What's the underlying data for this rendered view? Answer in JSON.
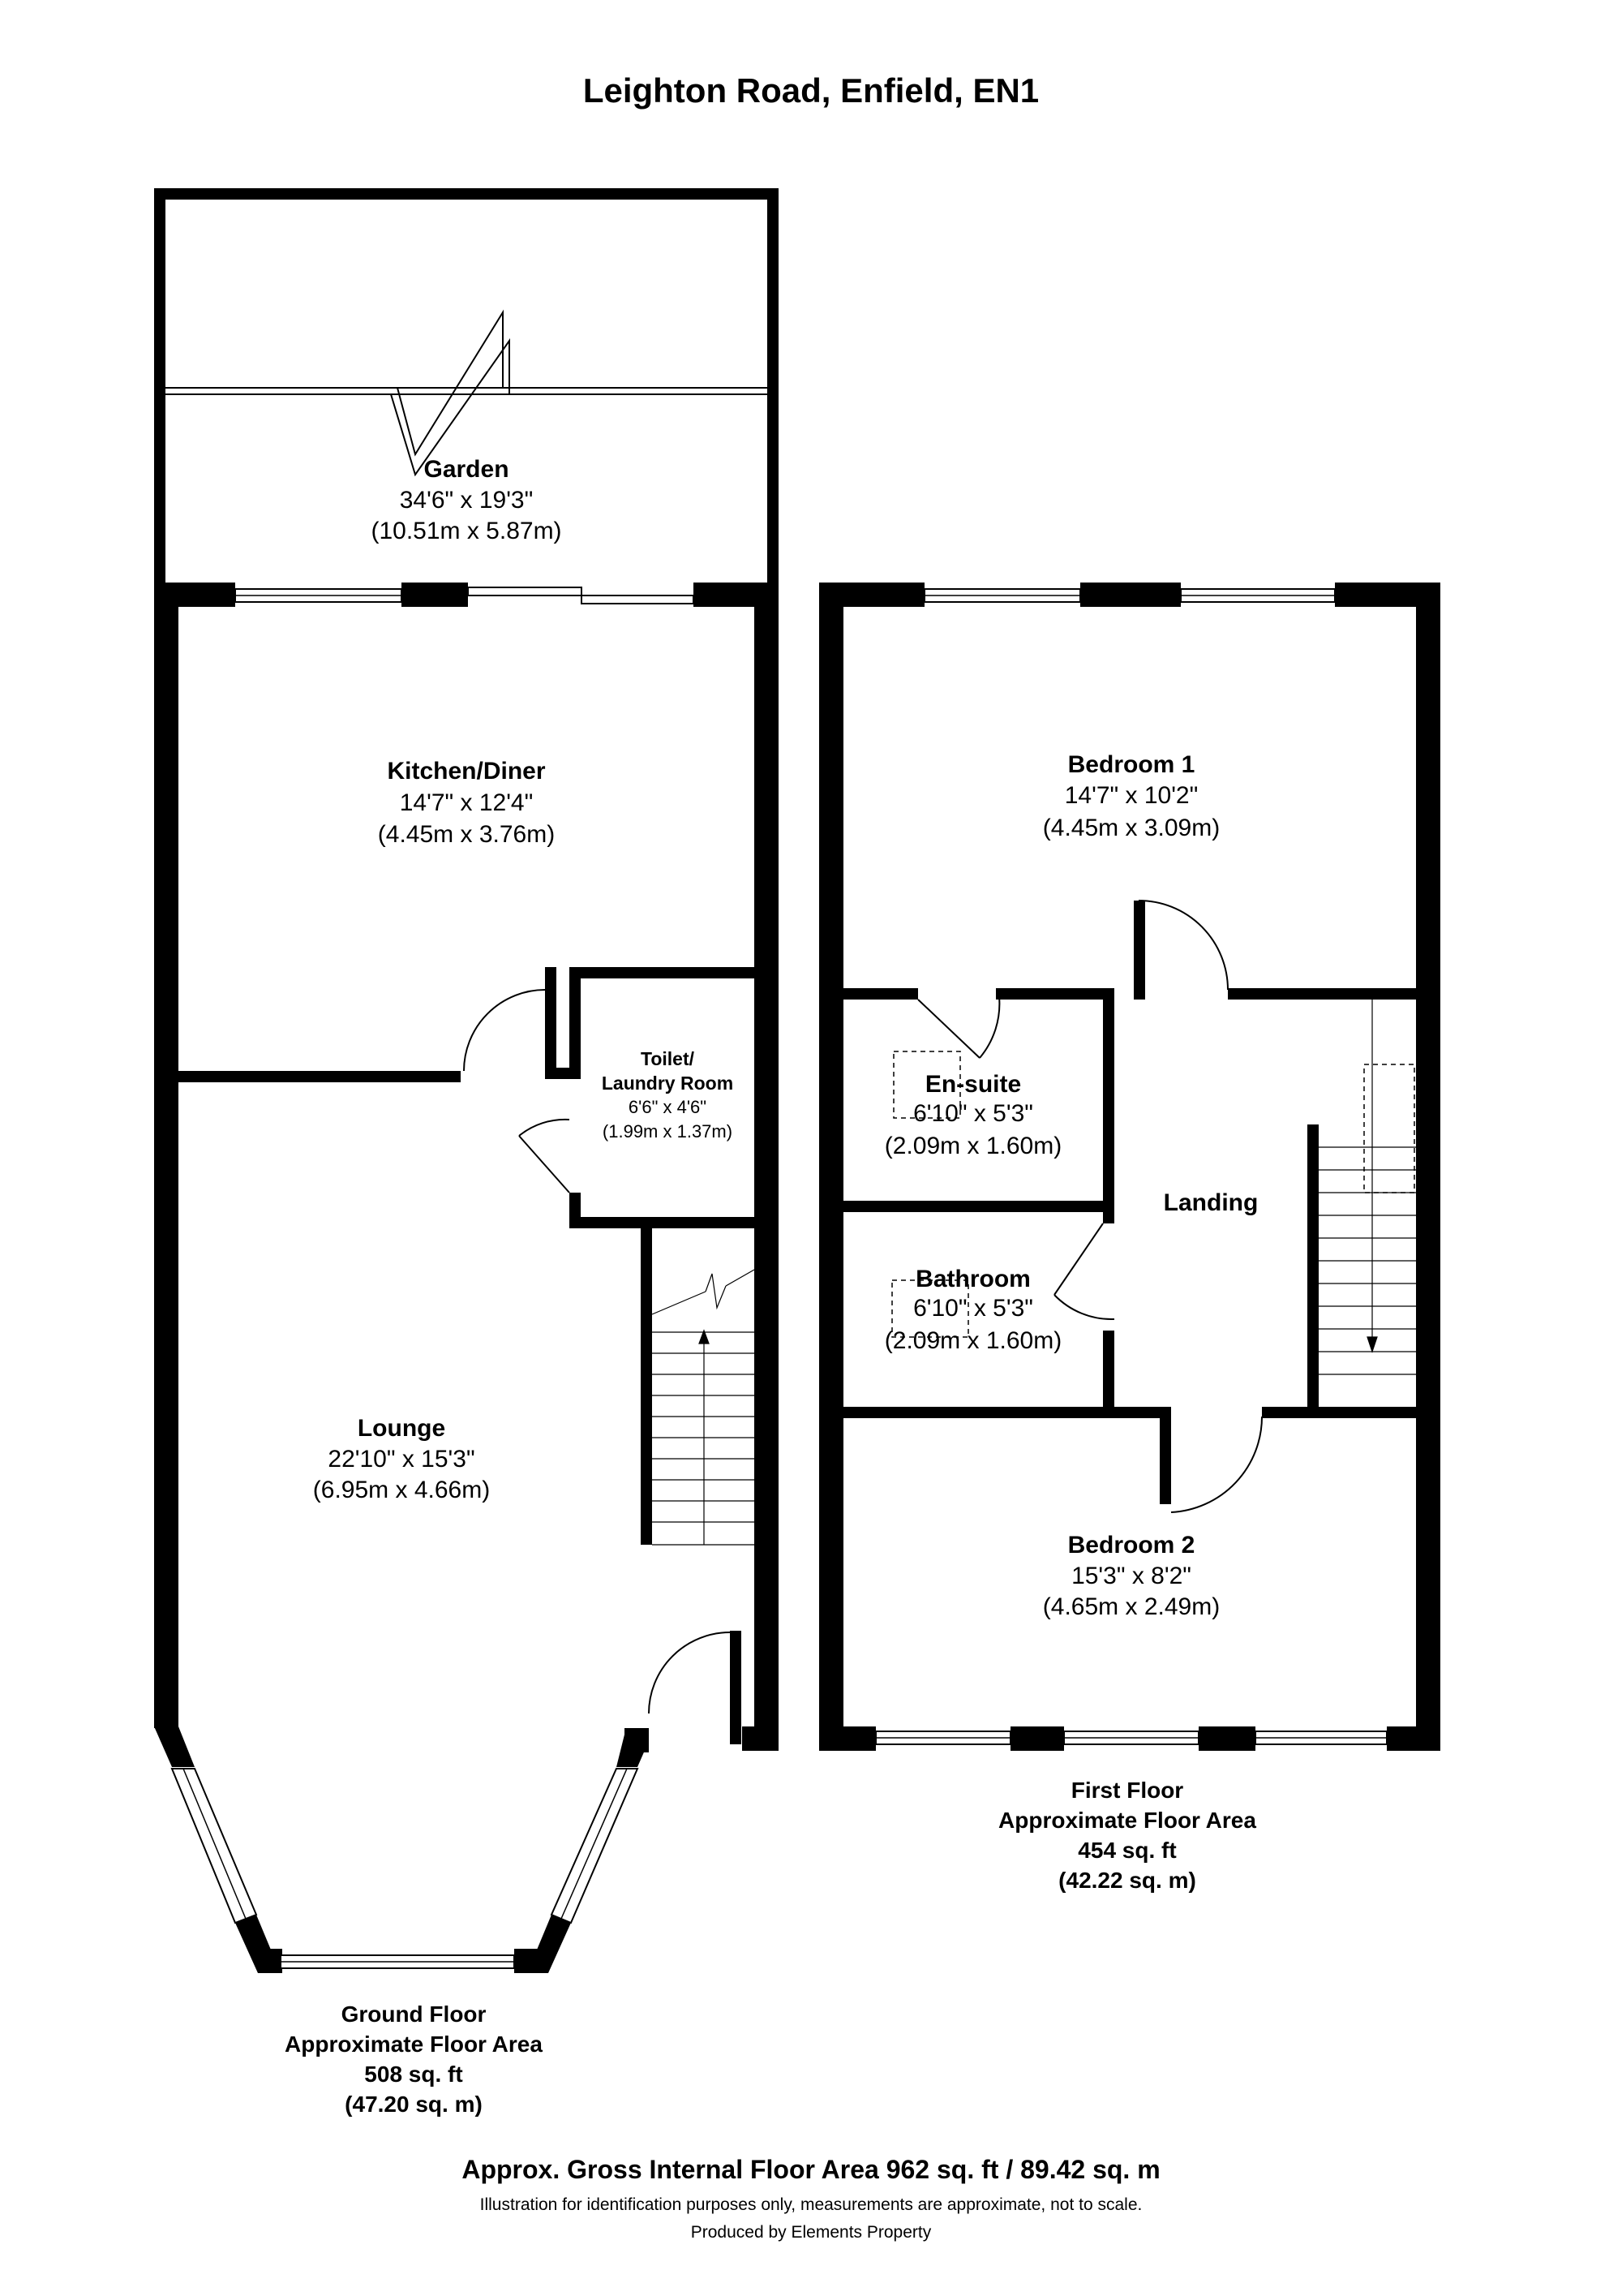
{
  "title": "Leighton Road, Enfield, EN1",
  "rooms": {
    "garden": {
      "name": "Garden",
      "imperial": "34'6\" x 19'3\"",
      "metric": "(10.51m x 5.87m)"
    },
    "kitchen": {
      "name": "Kitchen/Diner",
      "imperial": "14'7\" x 12'4\"",
      "metric": "(4.45m x 3.76m)"
    },
    "toilet": {
      "name_line1": "Toilet/",
      "name_line2": "Laundry Room",
      "imperial": "6'6\" x 4'6\"",
      "metric": "(1.99m x 1.37m)"
    },
    "lounge": {
      "name": "Lounge",
      "imperial": "22'10\" x 15'3\"",
      "metric": "(6.95m x 4.66m)"
    },
    "bedroom1": {
      "name": "Bedroom 1",
      "imperial": "14'7\" x 10'2\"",
      "metric": "(4.45m x 3.09m)"
    },
    "ensuite": {
      "name": "En-suite",
      "imperial": "6'10\" x 5'3\"",
      "metric": "(2.09m x 1.60m)"
    },
    "landing": {
      "name": "Landing"
    },
    "bathroom": {
      "name": "Bathroom",
      "imperial": "6'10\" x 5'3\"",
      "metric": "(2.09m x 1.60m)"
    },
    "bedroom2": {
      "name": "Bedroom 2",
      "imperial": "15'3\" x 8'2\"",
      "metric": "(4.65m x 2.49m)"
    }
  },
  "floors": {
    "ground": {
      "line1": "Ground Floor",
      "line2": "Approximate Floor Area",
      "line3": "508 sq. ft",
      "line4": "(47.20 sq. m)"
    },
    "first": {
      "line1": "First Floor",
      "line2": "Approximate Floor Area",
      "line3": "454 sq. ft",
      "line4": "(42.22 sq. m)"
    }
  },
  "footer": {
    "gross": "Approx. Gross Internal Floor Area 962 sq. ft / 89.42 sq. m",
    "disclaimer": "Illustration for identification purposes only, measurements are approximate, not to scale.",
    "credit": "Produced by Elements Property"
  }
}
